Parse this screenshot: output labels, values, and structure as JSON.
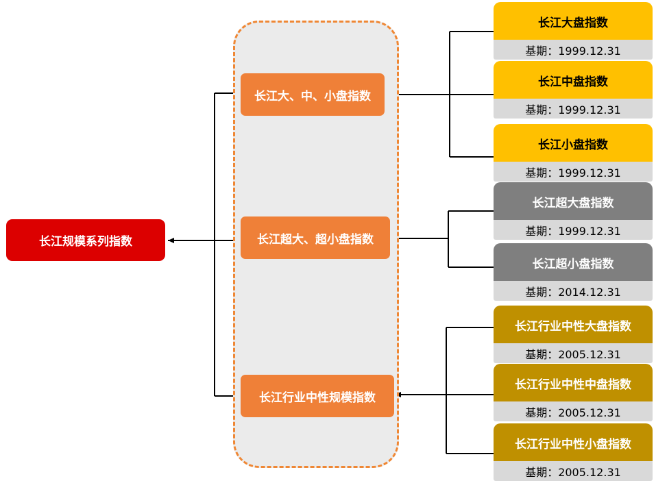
{
  "root": {
    "label": "长江规模系列指数"
  },
  "groups": [
    {
      "label": "长江大、中、小盘指数"
    },
    {
      "label": "长江超大、超小盘指数"
    },
    {
      "label": "长江行业中性规模指数"
    }
  ],
  "cards": [
    {
      "title": "长江大盘指数",
      "base": "基期：1999.12.31",
      "color": "#ffc000"
    },
    {
      "title": "长江中盘指数",
      "base": "基期：1999.12.31",
      "color": "#ffc000"
    },
    {
      "title": "长江小盘指数",
      "base": "基期：1999.12.31",
      "color": "#ffc000"
    },
    {
      "title": "长江超大盘指数",
      "base": "基期：1999.12.31",
      "color": "#7f7f7f"
    },
    {
      "title": "长江超小盘指数",
      "base": "基期：2014.12.31",
      "color": "#7f7f7f"
    },
    {
      "title": "长江行业中性大盘指数",
      "base": "基期：2005.12.31",
      "color": "#bf9000"
    },
    {
      "title": "长江行业中性中盘指数",
      "base": "基期：2005.12.31",
      "color": "#bf9000"
    },
    {
      "title": "长江行业中性小盘指数",
      "base": "基期：2005.12.31",
      "color": "#bf9000"
    }
  ],
  "colors": {
    "root": "#dc0000",
    "group_node": "#ef8038",
    "group_border": "#ef8734",
    "group_fill": "#ebebeb",
    "base_strip": "#d9d9d9"
  }
}
